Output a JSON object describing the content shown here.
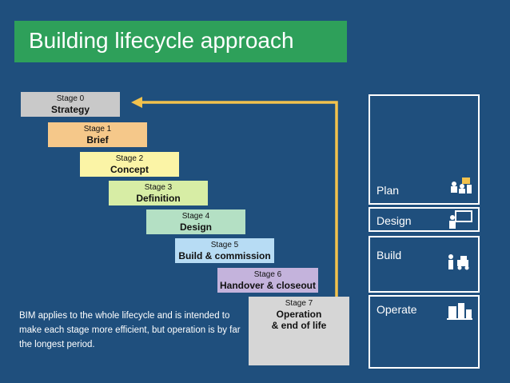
{
  "title": "Building lifecycle approach",
  "stages": [
    {
      "num": "Stage 0",
      "name": "Strategy",
      "color": "#c9c9c9"
    },
    {
      "num": "Stage 1",
      "name": "Brief",
      "color": "#f5c88a"
    },
    {
      "num": "Stage 2",
      "name": "Concept",
      "color": "#fbf4a6"
    },
    {
      "num": "Stage 3",
      "name": "Definition",
      "color": "#d7eda5"
    },
    {
      "num": "Stage 4",
      "name": "Design",
      "color": "#b4e0c4"
    },
    {
      "num": "Stage 5",
      "name": "Build & commission",
      "color": "#b7dcf4"
    },
    {
      "num": "Stage 6",
      "name": "Handover & closeout",
      "color": "#c4b3dc"
    },
    {
      "num": "Stage 7",
      "name": "Operation",
      "name2": "& end of life",
      "color": "#d6d6d6"
    }
  ],
  "note": "BIM applies to the whole lifecycle and is intended to make each stage more efficient, but operation is by far the longest period.",
  "panels": [
    {
      "label": "Plan",
      "icon": "plan-icon"
    },
    {
      "label": "Design",
      "icon": "design-icon"
    },
    {
      "label": "Build",
      "icon": "build-icon"
    },
    {
      "label": "Operate",
      "icon": "operate-icon"
    }
  ],
  "colors": {
    "background": "#1f4f7d",
    "title_bar": "#2ea05a",
    "arrow": "#f2c24d"
  }
}
